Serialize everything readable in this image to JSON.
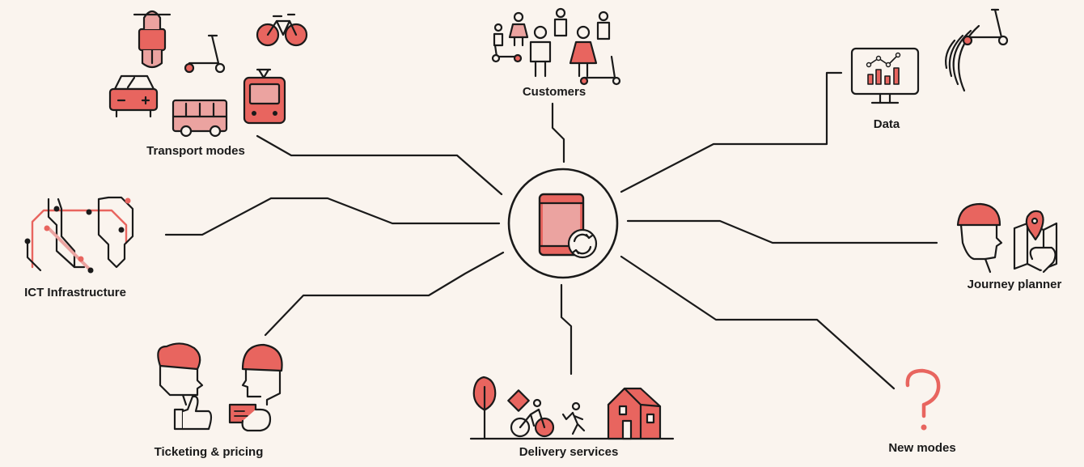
{
  "colors": {
    "background": "#FAF4EE",
    "ink": "#1A1A1A",
    "accent": "#E8655F",
    "accent_light": "#EBA3A0"
  },
  "center": {
    "icon": "phone-sync-icon"
  },
  "nodes": [
    {
      "id": "transport",
      "label": "Transport modes",
      "icons": [
        "scooter-icon",
        "e-scooter-icon",
        "bicycle-icon",
        "car-icon",
        "bus-icon",
        "tram-icon"
      ]
    },
    {
      "id": "customers",
      "label": "Customers",
      "icons": [
        "people-icon",
        "e-scooter-icon"
      ]
    },
    {
      "id": "data",
      "label": "Data",
      "icons": [
        "monitor-chart-icon",
        "wireless-signal-icon",
        "e-scooter-icon"
      ]
    },
    {
      "id": "ict",
      "label": "ICT Infrastructure",
      "icons": [
        "network-map-icon"
      ]
    },
    {
      "id": "journey",
      "label": "Journey planner",
      "icons": [
        "person-helmet-icon",
        "map-pin-icon"
      ]
    },
    {
      "id": "ticketing",
      "label": "Ticketing & pricing",
      "icons": [
        "person-icon",
        "person-helmet-icon",
        "thumbs-up-icon",
        "card-in-hand-icon"
      ]
    },
    {
      "id": "delivery",
      "label": "Delivery services",
      "icons": [
        "tree-icon",
        "cyclist-parcel-icon",
        "walker-icon",
        "house-icon"
      ]
    },
    {
      "id": "newmodes",
      "label": "New modes",
      "icons": [
        "question-mark-icon"
      ]
    }
  ]
}
